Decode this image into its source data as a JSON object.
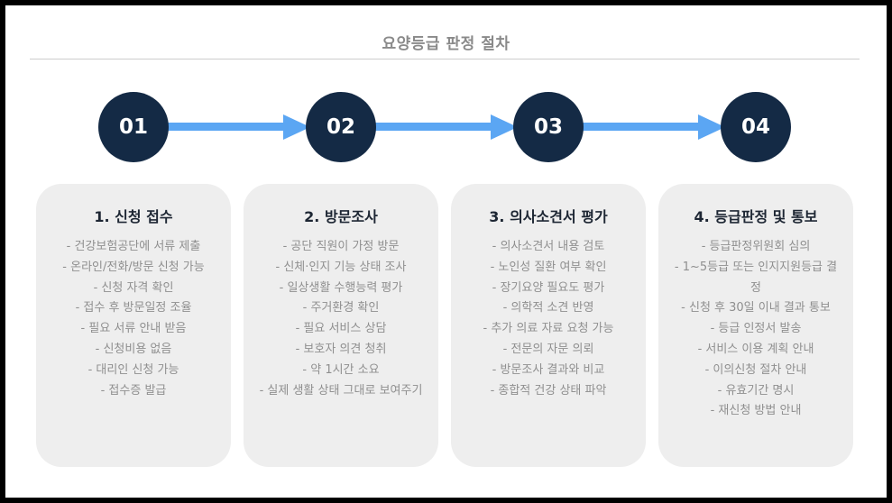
{
  "title": "요양등급 판정 절차",
  "colors": {
    "circle": "#142a45",
    "arrow": "#5ba6f3",
    "card": "#eeeeee",
    "item_text": "#8f8f8f",
    "title_text": "#8a8a8a"
  },
  "steps": [
    {
      "number": "01",
      "title": "1. 신청 접수",
      "items": [
        "- 건강보험공단에 서류 제출",
        "- 온라인/전화/방문 신청 가능",
        "- 신청 자격 확인",
        "- 접수 후 방문일정 조율",
        "- 필요 서류 안내 받음",
        "- 신청비용 없음",
        "- 대리인 신청 가능",
        "- 접수증 발급"
      ]
    },
    {
      "number": "02",
      "title": "2. 방문조사",
      "items": [
        "- 공단 직원이 가정 방문",
        "- 신체·인지 기능 상태 조사",
        "- 일상생활 수행능력 평가",
        "- 주거환경 확인",
        "- 필요 서비스 상담",
        "- 보호자 의견 청취",
        "- 약 1시간 소요",
        "- 실제 생활 상태 그대로 보여주기"
      ]
    },
    {
      "number": "03",
      "title": "3. 의사소견서 평가",
      "items": [
        "- 의사소견서 내용 검토",
        "- 노인성 질환 여부 확인",
        "- 장기요양 필요도 평가",
        "- 의학적 소견 반영",
        "- 추가 의료 자료 요청 가능",
        "- 전문의 자문 의뢰",
        "- 방문조사 결과와 비교",
        "- 종합적 건강 상태 파악"
      ]
    },
    {
      "number": "04",
      "title": "4. 등급판정 및 통보",
      "items": [
        "- 등급판정위원회 심의",
        "- 1~5등급 또는 인지지원등급 결정",
        "- 신청 후 30일 이내 결과 통보",
        "- 등급 인정서 발송",
        "- 서비스 이용 계획 안내",
        "- 이의신청 절차 안내",
        "- 유효기간 명시",
        "- 재신청 방법 안내"
      ]
    }
  ]
}
